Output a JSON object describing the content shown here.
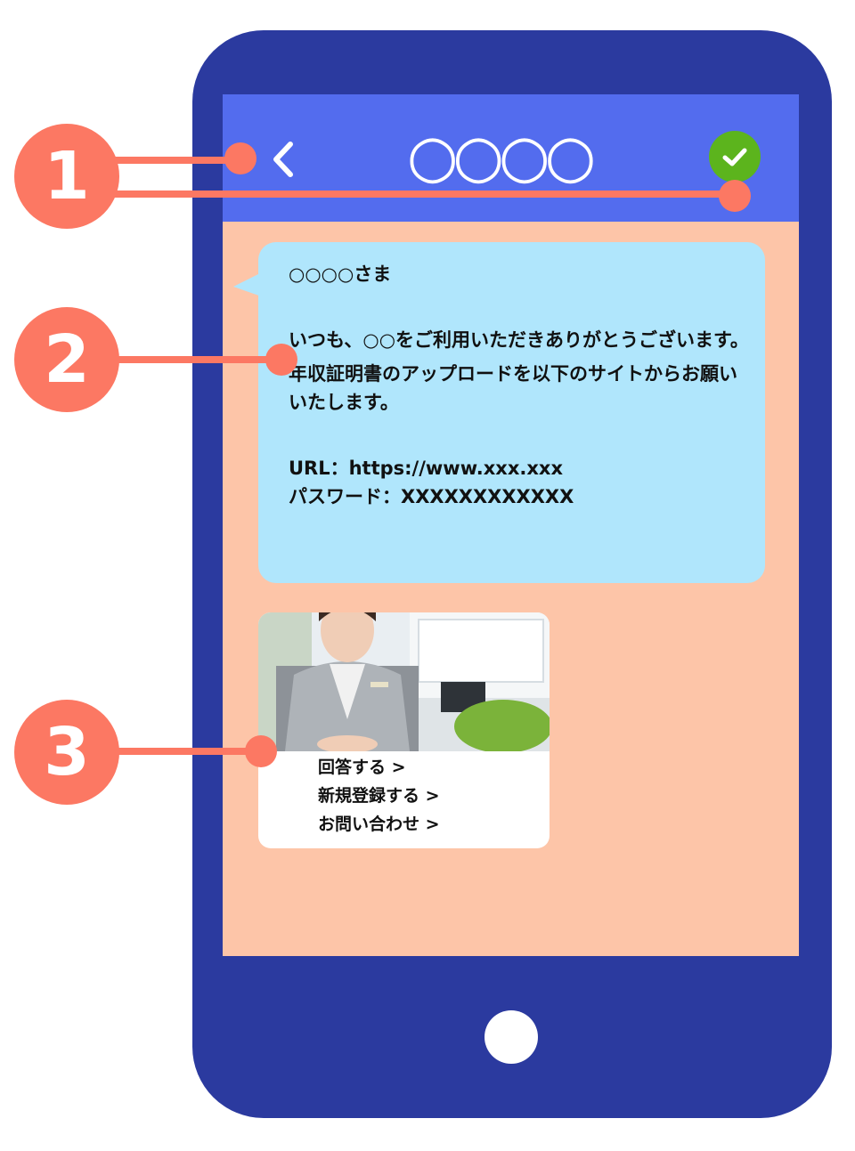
{
  "header": {
    "title": "○○○○",
    "back_icon": "chevron-left-icon",
    "verified_icon": "check-circle-icon"
  },
  "message": {
    "greeting": "○○○○さま",
    "line1": "いつも、○○をご利用いただきありがとうございます。",
    "line2": "年収証明書のアップロードを以下のサイトからお願いいたします。",
    "url": "URL：https://www.xxx.xxx",
    "password": "パスワード：XXXXXXXXXXXX"
  },
  "card": {
    "links": [
      {
        "label": "回答する >"
      },
      {
        "label": "新規登録する >"
      },
      {
        "label": "お問い合わせ >"
      }
    ]
  },
  "callouts": [
    "1",
    "2",
    "3"
  ],
  "colors": {
    "phone": "#2b3a9f",
    "header": "#536cee",
    "screen": "#fdc5a8",
    "bubble": "#b0e6fc",
    "callout": "#fc7863",
    "check": "#5cb41d"
  }
}
